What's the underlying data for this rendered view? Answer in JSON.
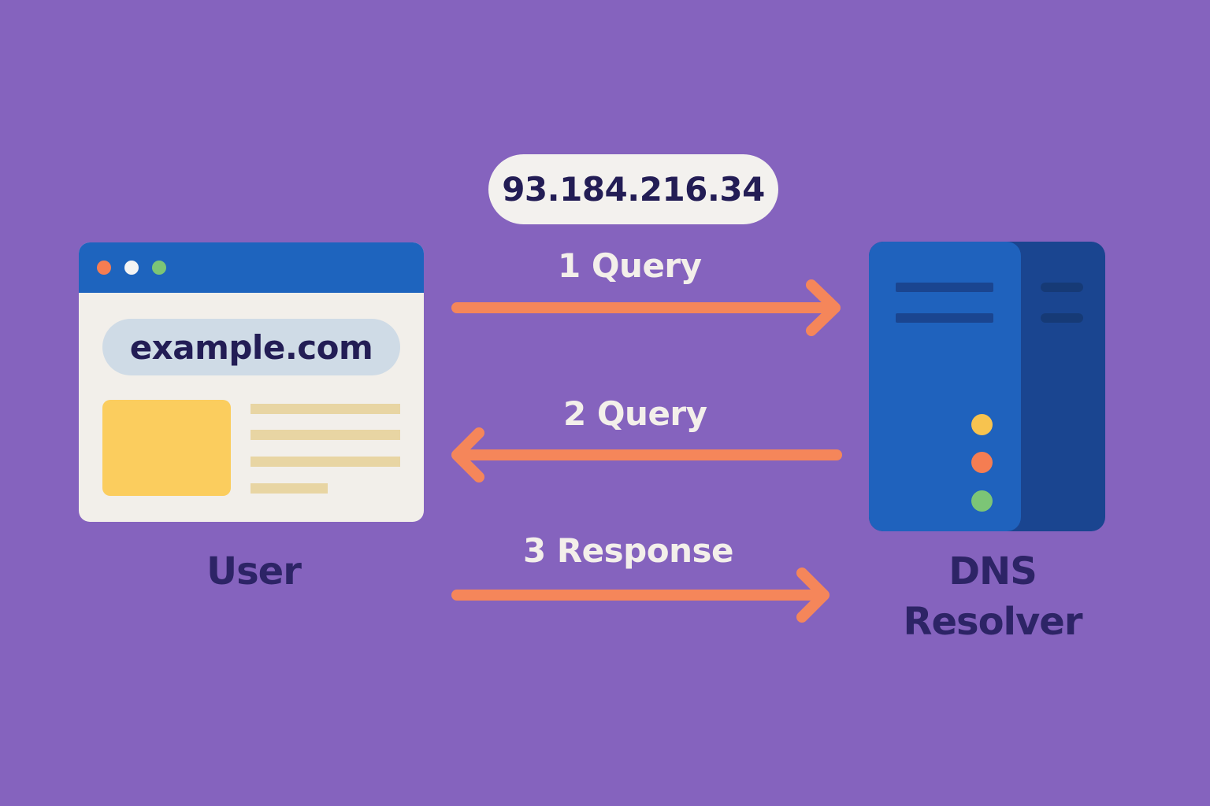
{
  "ip_address": "93.184.216.34",
  "browser": {
    "url": "example.com"
  },
  "nodes": {
    "user_label": "User",
    "dns_label_line1": "DNS",
    "dns_label_line2": "Resolver"
  },
  "steps": [
    {
      "label": "1 Query",
      "direction": "user-to-dns"
    },
    {
      "label": "2 Query",
      "direction": "dns-to-user"
    },
    {
      "label": "3 Response",
      "direction": "user-to-dns"
    }
  ],
  "colors": {
    "background": "#8563be",
    "arrow": "#f5865a",
    "browser_titlebar": "#1e64be",
    "server_front": "#1f62bd",
    "server_side": "#1a4590",
    "label_text": "#2d2466",
    "led_yellow": "#f7c34f",
    "led_orange": "#f57d52",
    "led_green": "#7cc576"
  },
  "icons": {
    "browser": "browser-window-icon",
    "server": "server-icon"
  }
}
